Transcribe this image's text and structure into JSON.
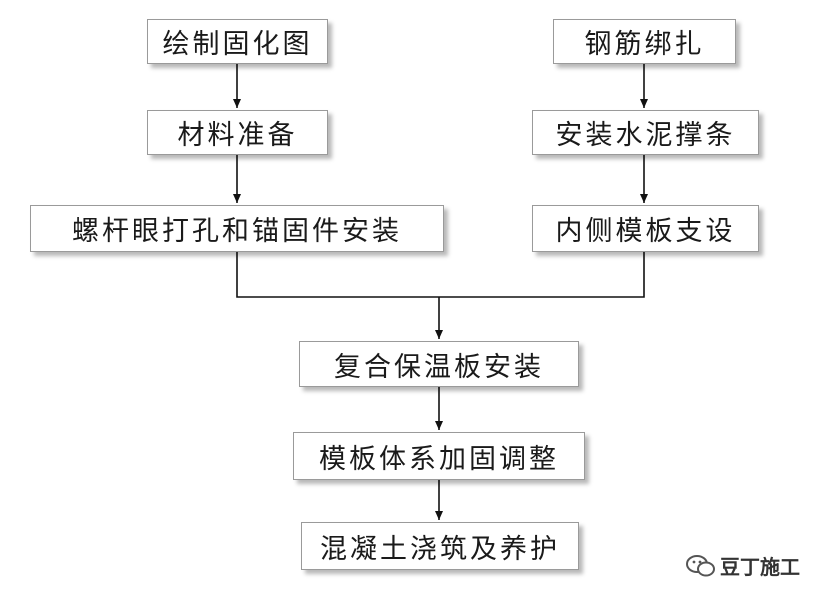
{
  "nodes": {
    "draw_drawing": "绘制固化图",
    "material_prep": "材料准备",
    "bolt_anchor": "螺杆眼打孔和锚固件安装",
    "rebar_tying": "钢筋绑扎",
    "cement_strip": "安装水泥撑条",
    "inner_formwork": "内侧模板支设",
    "insulation_board": "复合保温板安装",
    "formwork_adjust": "模板体系加固调整",
    "concrete_pour": "混凝土浇筑及养护"
  },
  "watermark": {
    "text": "豆丁施工"
  },
  "colors": {
    "box_border": "#9a9a9a",
    "arrow": "#111111",
    "text": "#1a1a1a"
  }
}
